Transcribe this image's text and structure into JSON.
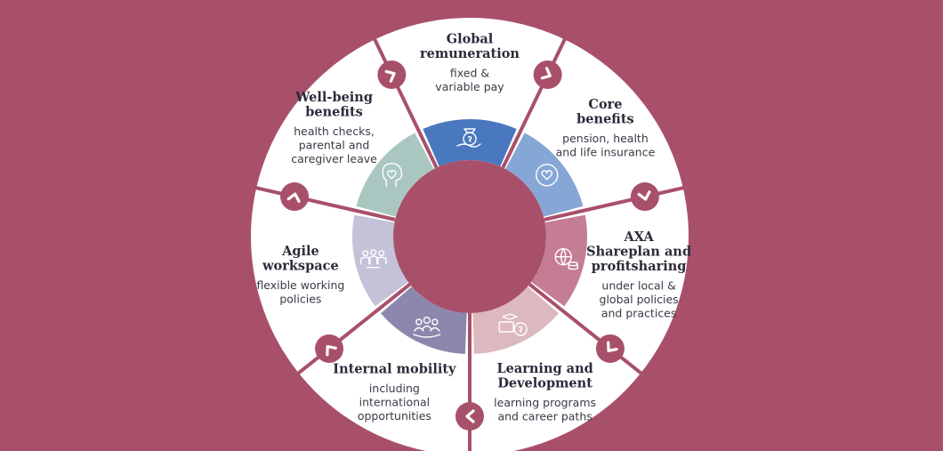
{
  "colors": {
    "background": "#a8506a",
    "outer_ring": "#ffffff",
    "divider": "#a8506a",
    "center": "#a8506a"
  },
  "segments": [
    {
      "key": "global-remuneration",
      "title_lines": [
        "Global",
        "remuneration"
      ],
      "desc_lines": [
        "fixed &",
        "variable pay"
      ],
      "color": "#4a78bf",
      "icon": "money-bag-hand-icon"
    },
    {
      "key": "core-benefits",
      "title_lines": [
        "Core",
        "benefits"
      ],
      "desc_lines": [
        "pension, health",
        "and life insurance"
      ],
      "color": "#86a6d6",
      "icon": "heart-shield-icon"
    },
    {
      "key": "axa-shareplan",
      "title_lines": [
        "AXA",
        "Shareplan and",
        "profitsharing"
      ],
      "desc_lines": [
        "under local &",
        "global policies",
        "and practices"
      ],
      "color": "#c47d92",
      "icon": "globe-coins-icon"
    },
    {
      "key": "learning-development",
      "title_lines": [
        "Learning and",
        "Development"
      ],
      "desc_lines": [
        "learning programs",
        "and career paths"
      ],
      "color": "#dcb8bf",
      "icon": "graduation-money-icon"
    },
    {
      "key": "internal-mobility",
      "title_lines": [
        "Internal mobility"
      ],
      "desc_lines": [
        "including",
        "international",
        "opportunities"
      ],
      "color": "#8c87ac",
      "icon": "team-globe-icon"
    },
    {
      "key": "agile-workspace",
      "title_lines": [
        "Agile",
        "workspace"
      ],
      "desc_lines": [
        "flexible working",
        "policies"
      ],
      "color": "#c3c2d8",
      "icon": "people-group-icon"
    },
    {
      "key": "well-being",
      "title_lines": [
        "Well-being",
        "benefits"
      ],
      "desc_lines": [
        "health checks,",
        "parental and",
        "caregiver leave"
      ],
      "color": "#a9c7c0",
      "icon": "heart-head-icon"
    }
  ]
}
